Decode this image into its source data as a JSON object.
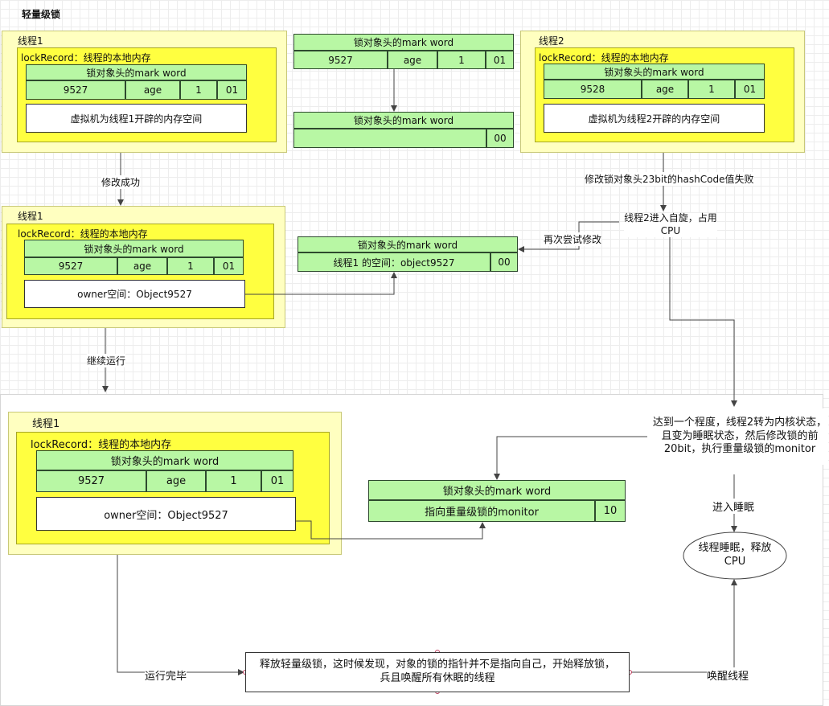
{
  "title": "轻量级锁",
  "markword_label": "锁对象头的mark word",
  "lockrecord_label": "lockRecord：线程的本地内存",
  "thread1_label": "线程1",
  "thread2_label": "线程2",
  "hash1": "9527",
  "hash2": "9528",
  "age": "age",
  "biased": "1",
  "flag01": "01",
  "flag00": "00",
  "flag10": "10",
  "thread1_space": "虚拟机为线程1开辟的内存空间",
  "thread2_space": "虚拟机为线程2开辟的内存空间",
  "owner_space": "owner空间：Object9527",
  "pointer_thread1": "线程1 的空间：object9527",
  "pointer_monitor": "指向重量级锁的monitor",
  "edges": {
    "modify_success": "修改成功",
    "continue_run": "继续运行",
    "modify_fail": "修改锁对象头23bit的hashCode值失败",
    "spin": "线程2进入自旋，占用CPU",
    "retry": "再次尝试修改",
    "inflate": "达到一个程度，线程2转为内核状态，且变为睡眠状态，然后修改锁的前20bit，执行重量级锁的monitor",
    "enter_sleep": "进入睡眠",
    "sleep_release": "线程睡眠，释放CPU",
    "run_done": "运行完毕",
    "release": "释放轻量级锁，这时候发现，对象的锁的指针并不是指向自己，开始释放锁，兵且唤醒所有休眠的线程",
    "wake": "唤醒线程"
  },
  "colors": {
    "outer_fill": "#ffffc0",
    "inner_fill": "#ffff40",
    "markword_fill": "#b8f7a4",
    "arrow": "#444444"
  }
}
